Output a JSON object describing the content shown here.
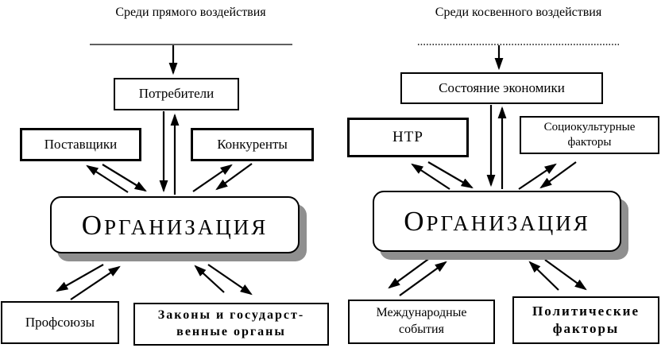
{
  "left_diagram": {
    "title": "Среди прямого воздействия",
    "top_box": "Потребители",
    "left_box": "Поставщики",
    "right_box": "Конкуренты",
    "org_box": {
      "initial": "О",
      "rest": "РГАНИЗАЦИЯ"
    },
    "bottom_left_box": "Профсоюзы",
    "bottom_right_box": {
      "line1": "Законы и государст-",
      "line2": "венные органы"
    }
  },
  "right_diagram": {
    "title": "Среди косвенного воздействия",
    "top_box": "Состояние экономики",
    "left_box": "НТР",
    "right_box": {
      "line1": "Социокультурные",
      "line2": "факторы"
    },
    "org_box": {
      "initial": "О",
      "rest": "РГАНИЗАЦИЯ"
    },
    "bottom_left_box": {
      "line1": "Международные",
      "line2": "события"
    },
    "bottom_right_box": {
      "line1": "Политические",
      "line2": "факторы"
    }
  },
  "colors": {
    "line": "#000000",
    "box_background": "#ffffff",
    "organization_shadow": "#8f8f8f"
  }
}
